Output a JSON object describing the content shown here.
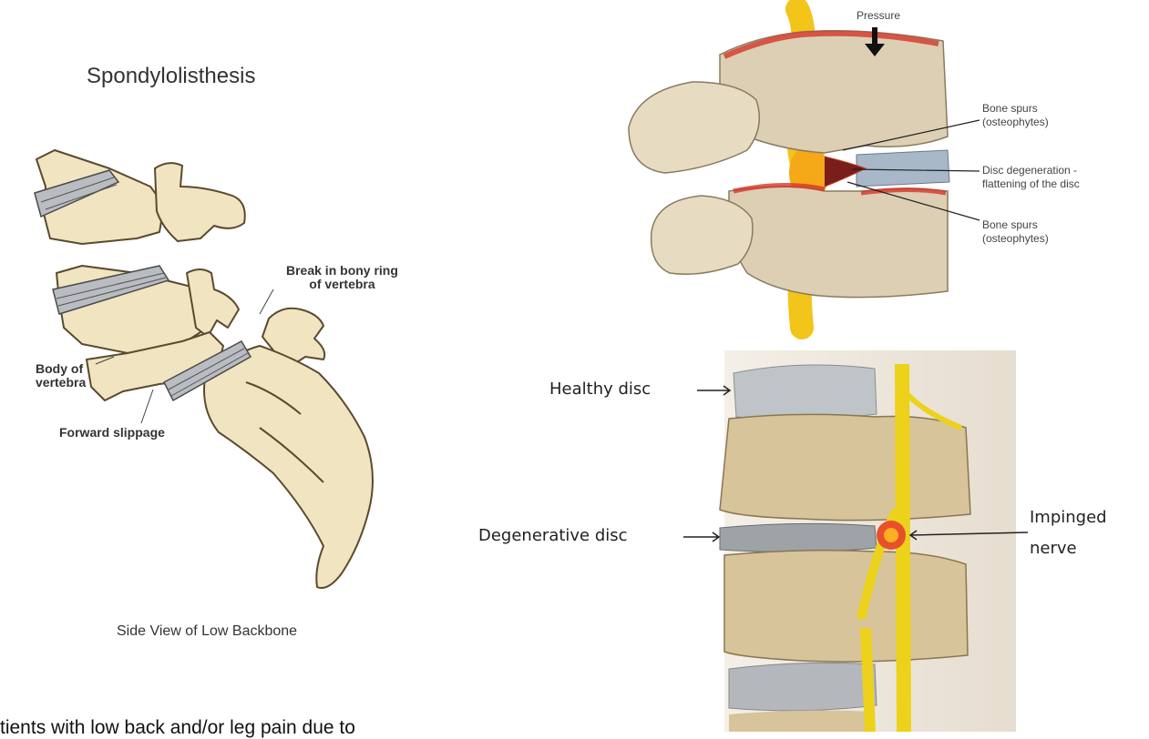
{
  "left_figure": {
    "title": "Spondylolisthesis",
    "labels": {
      "break": [
        "Break in bony ring",
        "of vertebra"
      ],
      "body": [
        "Body of",
        "vertebra"
      ],
      "slippage": "Forward slippage"
    },
    "caption": "Side View of Low Backbone"
  },
  "top_right_figure": {
    "pressure": "Pressure",
    "labels": {
      "bone_spurs_1": [
        "Bone spurs",
        "(osteophytes)"
      ],
      "disc_degeneration": [
        "Disc degeneration -",
        "flattening of the disc"
      ],
      "bone_spurs_2": [
        "Bone spurs",
        "(osteophytes)"
      ]
    }
  },
  "bottom_right_figure": {
    "healthy_disc": "Healthy disc",
    "degenerative_disc": "Degenerative disc",
    "impinged": [
      "Impinged",
      "nerve"
    ]
  },
  "body_text": "tients with low back and/or leg pain due to",
  "colors": {
    "bone": "#f1e4c0",
    "bone_outline": "#5a4a30",
    "disc": "#9ea3a8",
    "nerve": "#f3d418",
    "inflammation": "#e8502a"
  }
}
